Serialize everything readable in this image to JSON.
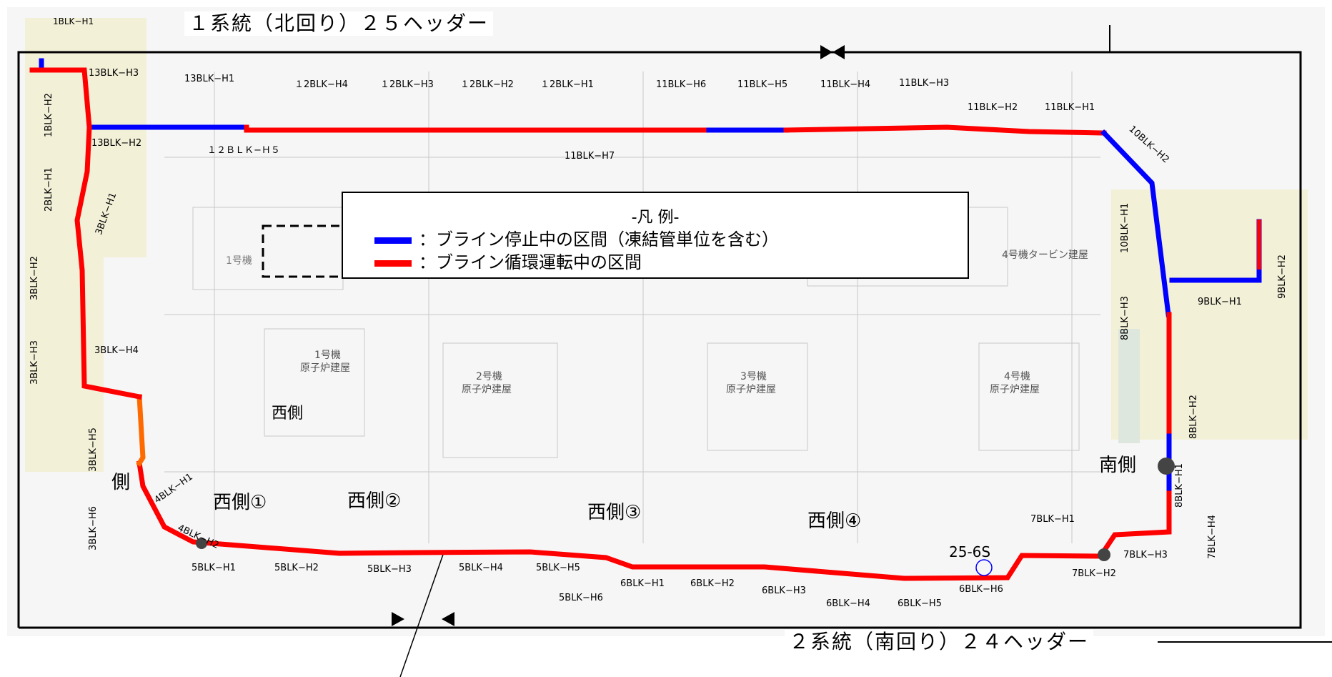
{
  "titles": {
    "top": "１系統（北回り）２５ヘッダー",
    "bottom": "２系統（南回り）２４ヘッダー"
  },
  "legend": {
    "title": "-凡 例-",
    "items": [
      {
        "label": "：ブライン停止中の区間（凍結管単位を含む）",
        "color": "#0000ff"
      },
      {
        "label": "：ブライン循環運転中の区間",
        "color": "#ff0000"
      }
    ]
  },
  "colors": {
    "stopped": "#0000ff",
    "running": "#ff0000",
    "frame": "#000000"
  },
  "areas": {
    "west": "西側",
    "west1": "西側①",
    "west2": "西側②",
    "west3": "西側③",
    "west4": "西側④",
    "south": "南側",
    "west_partial": "側",
    "point": "25-6S"
  },
  "buildings": {
    "unit1_rx": [
      "1号機",
      "原子炉建屋"
    ],
    "unit2_rx": [
      "2号機",
      "原子炉建屋"
    ],
    "unit3_rx": [
      "3号機",
      "原子炉建屋"
    ],
    "unit4_rx": [
      "4号機",
      "原子炉建屋"
    ],
    "unit1_tb": "1号機",
    "unit4_tb": "4号機タービン建屋"
  },
  "blocks": {
    "b1h1": "1BLK−H1",
    "b1h2": "1BLK−H2",
    "b2h1": "2BLK−H1",
    "b3h1": "3BLK−H1",
    "b3h2": "3BLK−H2",
    "b3h3": "3BLK−H3",
    "b3h4": "3BLK−H4",
    "b3h5": "3BLK−H5",
    "b3h6": "3BLK−H6",
    "b4h1": "4BLK−H1",
    "b4h2": "4BLK−H2",
    "b5h1": "5BLK−H1",
    "b5h2": "5BLK−H2",
    "b5h3": "5BLK−H3",
    "b5h4": "5BLK−H4",
    "b5h5": "5BLK−H5",
    "b5h6": "5BLK−H6",
    "b6h1": "6BLK−H1",
    "b6h2": "6BLK−H2",
    "b6h3": "6BLK−H3",
    "b6h4": "6BLK−H4",
    "b6h5": "6BLK−H5",
    "b6h6": "6BLK−H6",
    "b7h1": "7BLK−H1",
    "b7h2": "7BLK−H2",
    "b7h3": "7BLK−H3",
    "b7h4": "7BLK−H4",
    "b8h1": "8BLK−H1",
    "b8h2": "8BLK−H2",
    "b8h3": "8BLK−H3",
    "b9h1": "9BLK−H1",
    "b9h2": "9BLK−H2",
    "b10h1": "10BLK−H1",
    "b10h2": "10BLK−H2",
    "b11h1": "11BLK−H1",
    "b11h2": "11BLK−H2",
    "b11h3": "11BLK−H3",
    "b11h4": "11BLK−H4",
    "b11h5": "11BLK−H5",
    "b11h6": "11BLK−H6",
    "b11h7": "11BLK−H7",
    "b12h1": "１2BLK−H1",
    "b12h2": "１2BLK−H2",
    "b12h3": "１2BLK−H3",
    "b12h4": "１2BLK−H4",
    "b12h5": "１２ＢＬＫ−Ｈ５",
    "b13h1": "13BLK−H1",
    "b13h2": "13BLK−H2",
    "b13h3": "13BLK−H3"
  }
}
